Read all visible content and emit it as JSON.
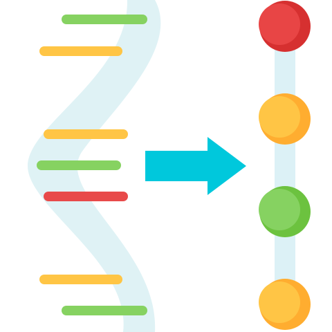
{
  "colors": {
    "background": "#ffffff",
    "helix": "#dff2f5",
    "green": "#86d261",
    "yellow": "#ffc545",
    "red": "#e84a4a",
    "arrow": "#00c8dc",
    "chain": "#dcf1f6",
    "node_red": "#e84545",
    "node_red_shade": "#d63030",
    "node_yellow": "#ffc545",
    "node_yellow_shade": "#ffad30",
    "node_green": "#86d261",
    "node_green_shade": "#6cc23f"
  },
  "icons": {
    "dna_strand": "dna-helix-icon",
    "arrow": "right-arrow-icon",
    "sequence_chain": "molecule-chain-icon"
  },
  "dna": {
    "bars": [
      {
        "color_key": "green"
      },
      {
        "color_key": "yellow"
      },
      {
        "color_key": "yellow"
      },
      {
        "color_key": "green"
      },
      {
        "color_key": "red"
      },
      {
        "color_key": "yellow"
      },
      {
        "color_key": "green"
      }
    ]
  },
  "chain": {
    "nodes": [
      {
        "color_key": "node_red"
      },
      {
        "color_key": "node_yellow"
      },
      {
        "color_key": "node_green"
      },
      {
        "color_key": "node_yellow"
      }
    ]
  }
}
